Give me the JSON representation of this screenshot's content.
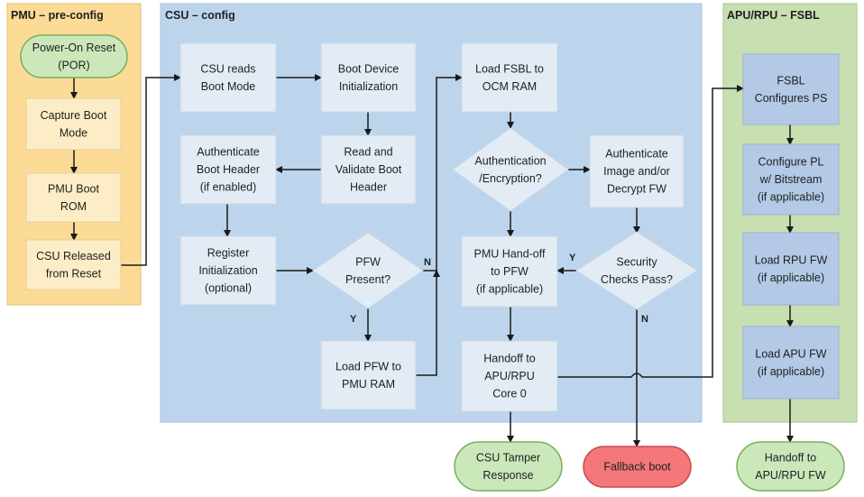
{
  "lanes": {
    "pmu": {
      "title": "PMU – pre-config",
      "fill": "#fcdb96",
      "stroke": "#e4c070"
    },
    "csu": {
      "title": "CSU – config",
      "fill": "#bcd5ec",
      "stroke": "#a7c3df"
    },
    "fsbl": {
      "title": "APU/RPU – FSBL",
      "fill": "#c7dfb1",
      "stroke": "#a8c78c"
    }
  },
  "nodes": {
    "por": [
      "Power-On Reset",
      "(POR)"
    ],
    "capture_boot_mode": [
      "Capture Boot",
      "Mode"
    ],
    "pmu_boot_rom": [
      "PMU Boot",
      "ROM"
    ],
    "csu_released": [
      "CSU Released",
      "from Reset"
    ],
    "csu_reads_boot_mode": [
      "CSU reads",
      "Boot Mode"
    ],
    "boot_device_init": [
      "Boot Device",
      "Initialization"
    ],
    "load_fsbl": [
      "Load FSBL to",
      "OCM RAM"
    ],
    "authenticate_boot_header": [
      "Authenticate",
      "Boot Header",
      "(if enabled)"
    ],
    "read_validate_header": [
      "Read and",
      "Validate Boot",
      "Header"
    ],
    "auth_encryption": [
      "Authentication",
      "/Encryption?"
    ],
    "authenticate_image": [
      "Authenticate",
      "Image and/or",
      "Decrypt FW"
    ],
    "register_init": [
      "Register",
      "Initialization",
      "(optional)"
    ],
    "pfw_present": [
      "PFW",
      "Present?"
    ],
    "pmu_handoff": [
      "PMU Hand-off",
      "to PFW",
      "(if applicable)"
    ],
    "security_checks": [
      "Security",
      "Checks Pass?"
    ],
    "load_pfw": [
      "Load PFW to",
      "PMU RAM"
    ],
    "handoff_core0": [
      "Handoff to",
      "APU/RPU",
      "Core 0"
    ],
    "csu_tamper": [
      "CSU Tamper",
      "Response"
    ],
    "fallback_boot": [
      "Fallback boot"
    ],
    "fsbl_configures": [
      "FSBL",
      "Configures PS"
    ],
    "configure_pl": [
      "Configure PL",
      "w/ Bitstream",
      "(if applicable)"
    ],
    "load_rpu_fw": [
      "Load RPU FW",
      "(if applicable)"
    ],
    "load_apu_fw": [
      "Load APU FW",
      "(if applicable)"
    ],
    "handoff_fw": [
      "Handoff to",
      "APU/RPU FW"
    ]
  },
  "edge_labels": {
    "pfw_yes": "Y",
    "pfw_no": "N",
    "security_yes": "Y",
    "security_no": "N"
  },
  "colors": {
    "process_fill": "#e3ecf5",
    "process_stroke": "#c9d7e6",
    "fsbl_process_fill": "#b3c9e6",
    "fsbl_process_stroke": "#98b2d6",
    "pmu_process_fill": "#fdedc6",
    "pmu_process_stroke": "#e6cf98",
    "terminal_green": "#cbe8bb",
    "terminal_green_stroke": "#7aae5c",
    "terminal_red": "#f4777a",
    "terminal_red_stroke": "#c64a4e",
    "arrow": "#1a1a1a"
  }
}
